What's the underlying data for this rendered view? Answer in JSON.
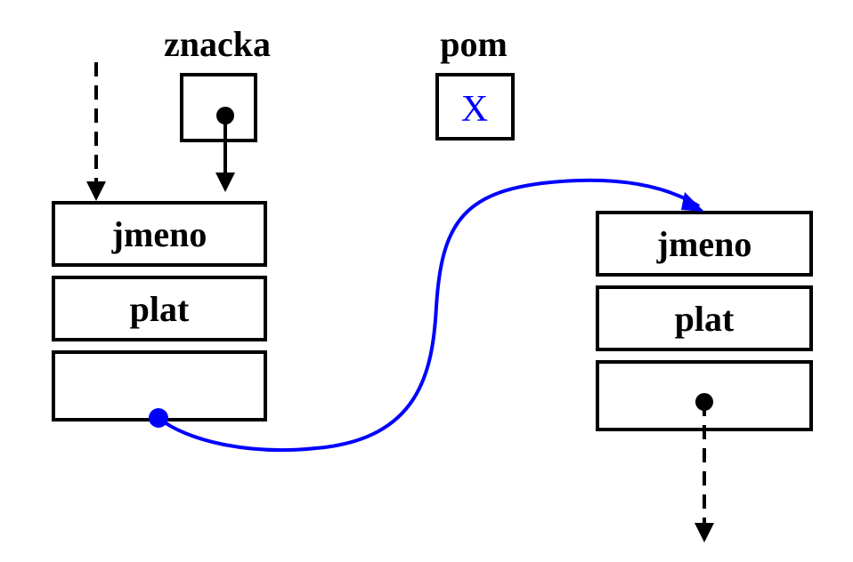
{
  "variables": {
    "znacka": {
      "label": "znacka"
    },
    "pom": {
      "label": "pom",
      "value": "X"
    }
  },
  "nodes": [
    {
      "field1": "jmeno",
      "field2": "plat",
      "field3": ""
    },
    {
      "field1": "jmeno",
      "field2": "plat",
      "field3": ""
    }
  ],
  "colors": {
    "stroke": "#000000",
    "link": "#0000ff",
    "pom_value": "#0000ff",
    "background": "#ffffff"
  }
}
